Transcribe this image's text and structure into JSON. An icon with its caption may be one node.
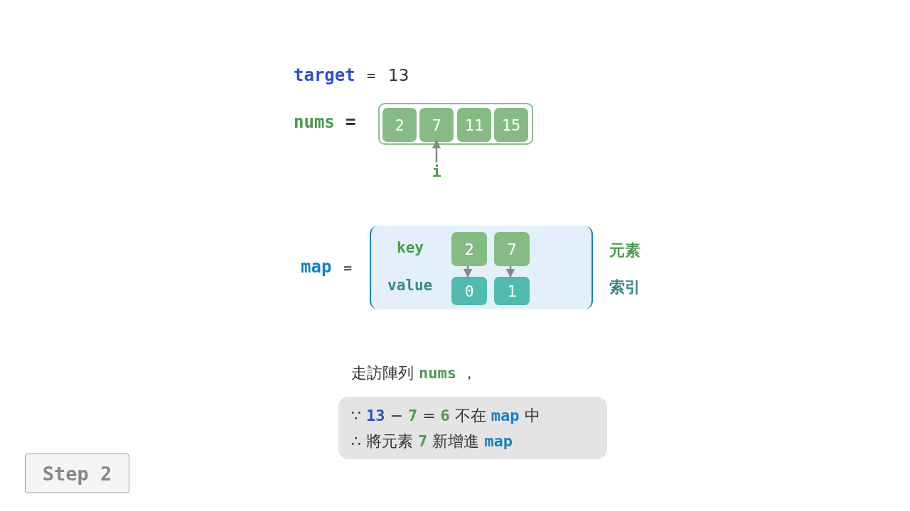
{
  "diagram": {
    "nodes": [
      {
        "text": [],
        "shape": "box"
      },
      {
        "text": [
          "2"
        ],
        "in": 0
      },
      {
        "text": [
          "7"
        ],
        "in": 0
      },
      {
        "text": [
          "11"
        ],
        "in": 0
      },
      {
        "text": [
          "15"
        ],
        "in": 0
      },
      {
        "text": [
          "i"
        ]
      },
      {
        "text": [],
        "shape": "box"
      },
      {
        "text": [
          "2"
        ],
        "in": 6
      },
      {
        "text": [
          "7"
        ],
        "in": 6
      },
      {
        "text": [
          "0"
        ],
        "in": 6
      },
      {
        "text": [
          "1"
        ],
        "in": 6
      },
      {
        "text": [
          "∵ **13** − **7** = **6** 不在 **map** 中",
          "∴ 將元素 **7** 新增進 **map**"
        ]
      },
      {
        "text": [
          "Step 2"
        ]
      }
    ],
    "edges": [
      {
        "from": 5,
        "to": 2,
        "arrow": "to"
      },
      {
        "from": 7,
        "to": 9,
        "arrow": "to"
      },
      {
        "from": 8,
        "to": 10,
        "arrow": "to"
      }
    ],
    "labels": [
      "target",
      "=",
      "13",
      "nums",
      "=",
      "map",
      "=",
      "key",
      "元素",
      "value",
      "索引",
      "走訪陣列 **nums** ，"
    ]
  }
}
